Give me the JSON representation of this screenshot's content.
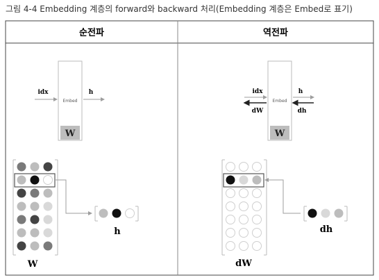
{
  "caption": "그림 4-4  Embedding 계층의 forward와 backward 처리(Embedding 계층은 Embed로 표기)",
  "panels": {
    "forward": {
      "title": "순전파",
      "layer_label": "Embed",
      "weight_label": "W",
      "in_label": "idx",
      "out_label": "h",
      "matrix_label": "W",
      "result_label": "h"
    },
    "backward": {
      "title": "역전파",
      "layer_label": "Embed",
      "weight_label": "W",
      "in_label": "idx",
      "out_label": "h",
      "grad_in_label": "dW",
      "grad_out_label": "dh",
      "matrix_label": "dW",
      "result_label": "dh"
    }
  },
  "colors": {
    "dark": "#444444",
    "black": "#111111",
    "mid": "#7a7a7a",
    "light": "#bdbdbd",
    "lighter": "#d9d9d9",
    "empty": "#ffffff",
    "arrow": "#9e9e9e",
    "border": "#999999"
  },
  "forward_matrix": [
    [
      "mid",
      "light",
      "dark"
    ],
    [
      "light",
      "black",
      "empty"
    ],
    [
      "dark",
      "mid",
      "light"
    ],
    [
      "light",
      "light",
      "lighter"
    ],
    [
      "mid",
      "dark",
      "lighter"
    ],
    [
      "light",
      "light",
      "lighter"
    ],
    [
      "dark",
      "light",
      "mid"
    ]
  ],
  "forward_selected_row": 1,
  "forward_result": [
    "light",
    "black",
    "empty"
  ],
  "backward_matrix_rows": 7,
  "backward_selected_row": 1,
  "backward_selected": [
    "black",
    "lighter",
    "light"
  ],
  "backward_result": [
    "black",
    "lighter",
    "light"
  ]
}
